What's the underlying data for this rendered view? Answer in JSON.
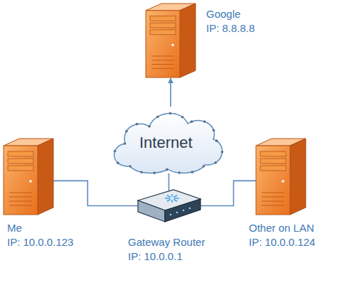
{
  "diagram": {
    "nodes": [
      {
        "text": [
          "Google",
          "IP: 8.8.8.8"
        ]
      },
      {
        "text": [
          "Internet"
        ]
      },
      {
        "text": [
          "Me",
          "IP: 10.0.0.123"
        ]
      },
      {
        "text": [
          "Gateway Router",
          "IP: 10.0.0.1"
        ]
      },
      {
        "text": [
          "Other on LAN",
          "IP: 10.0.0.124"
        ]
      }
    ],
    "edges": [
      {
        "from": 1,
        "to": 0,
        "arrow": "to"
      },
      {
        "from": 2,
        "to": 3,
        "arrow": "none"
      },
      {
        "from": 4,
        "to": 3,
        "arrow": "none"
      },
      {
        "from": 3,
        "to": 1,
        "arrow": "none"
      }
    ]
  }
}
